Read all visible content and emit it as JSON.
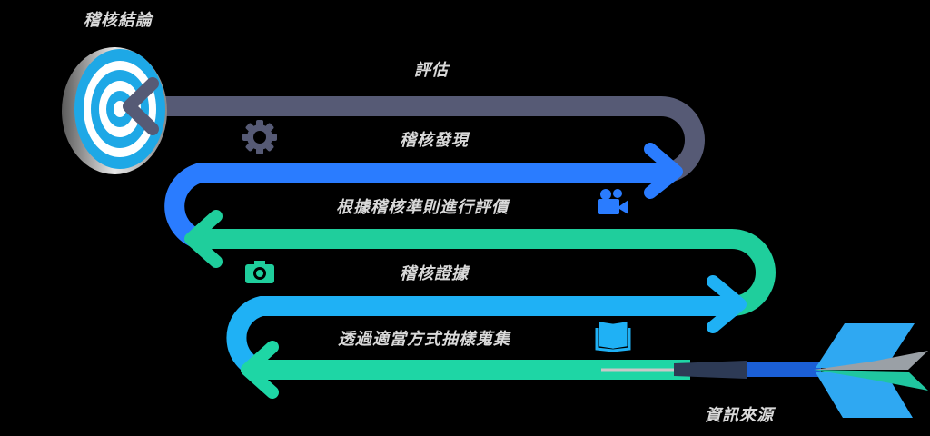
{
  "title": "稽核結論",
  "steps": [
    {
      "label": "評估",
      "color": "#565a75"
    },
    {
      "label": "稽核發現",
      "color": "#2a7cff"
    },
    {
      "label": "根據稽核準則進行評價",
      "color": "#1fce9c"
    },
    {
      "label": "稽核證據",
      "color": "#1fb1f5"
    },
    {
      "label": "透過適當方式抽樣蒐集",
      "color": "#1ed6a5"
    }
  ],
  "source_label": "資訊來源",
  "icons": [
    "gear-icon",
    "video-camera-icon",
    "camera-icon",
    "book-icon",
    "target-icon",
    "dart-icon"
  ]
}
